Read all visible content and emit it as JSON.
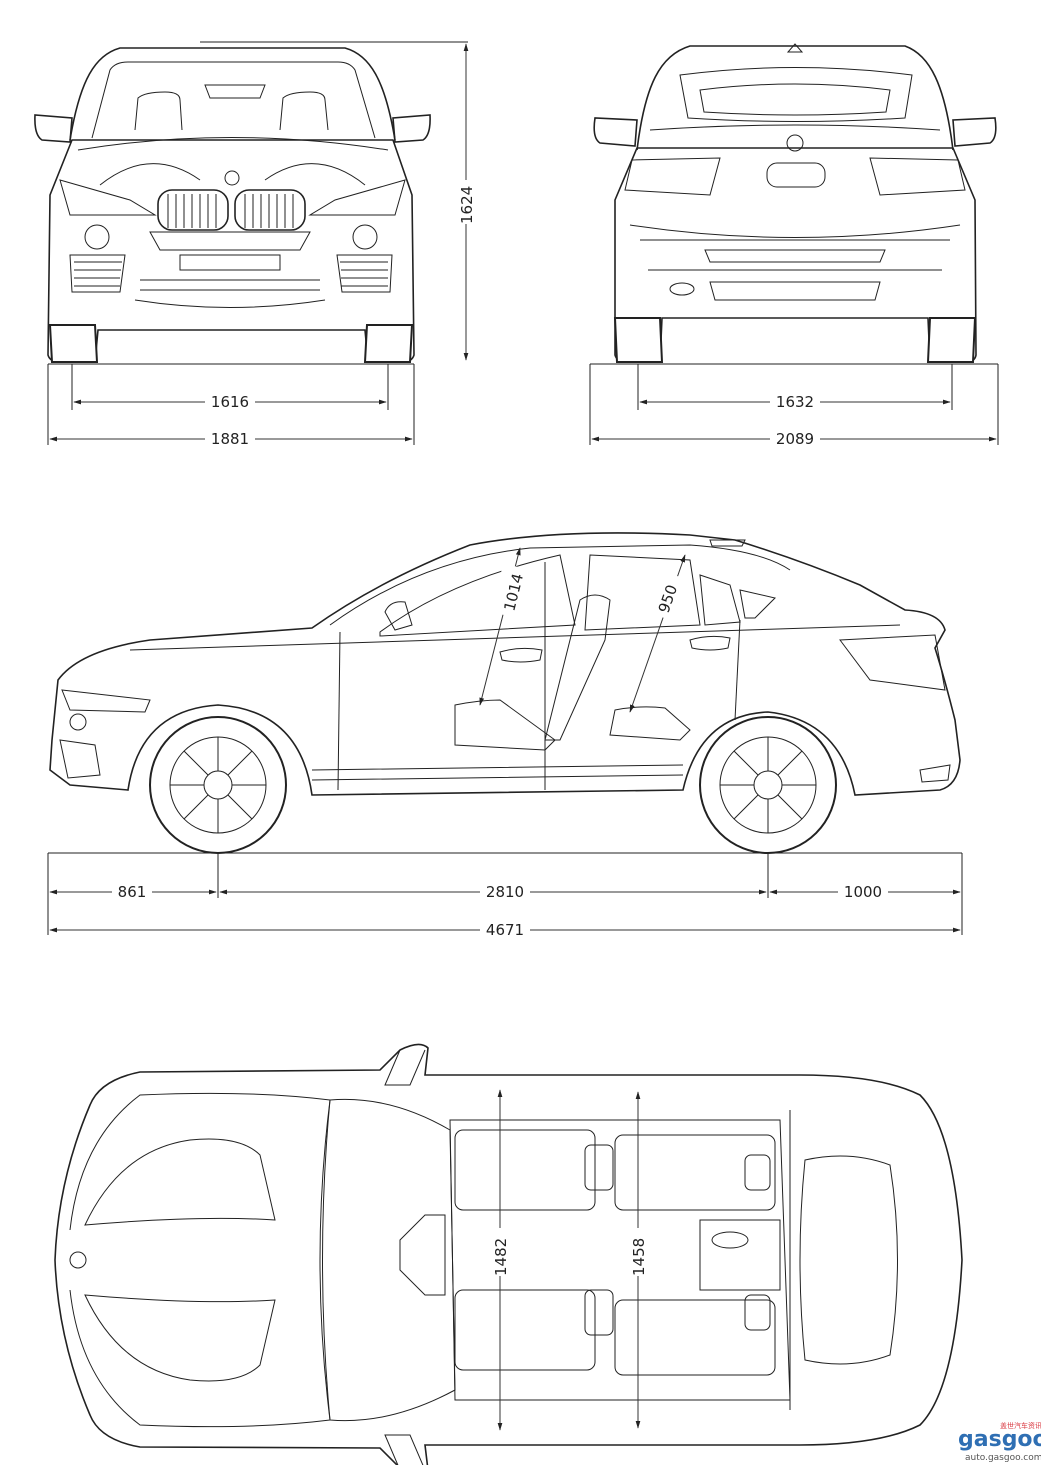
{
  "dimensions": {
    "front_height": "1624",
    "front_track": "1616",
    "front_width": "1881",
    "rear_track": "1632",
    "rear_width": "2089",
    "front_headroom": "1014",
    "rear_headroom": "950",
    "front_overhang": "861",
    "wheelbase": "2810",
    "rear_overhang": "1000",
    "overall_length": "4671",
    "front_shoulder_width": "1482",
    "rear_shoulder_width": "1458"
  },
  "watermark": {
    "brand": "gasgoo",
    "cn_text": "盖世汽车资讯",
    "url": "auto.gasgoo.com"
  },
  "colors": {
    "line": "#222222",
    "watermark_red": "#d9363e",
    "watermark_blue": "#2f6fb3"
  }
}
